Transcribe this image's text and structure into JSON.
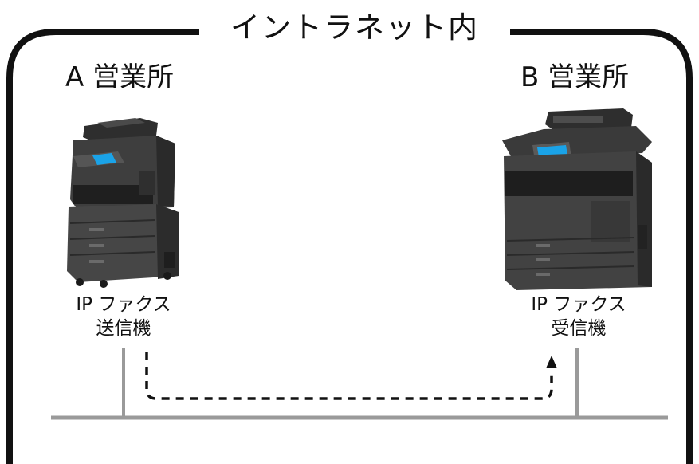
{
  "diagram": {
    "title": "イントラネット内",
    "office_a": {
      "name": "A 営業所",
      "device_line1": "IP ファクス",
      "device_line2": "送信機"
    },
    "office_b": {
      "name": "B 営業所",
      "device_line1": "IP ファクス",
      "device_line2": "受信機"
    }
  },
  "colors": {
    "frame": "#111111",
    "network_line": "#9a9a9a",
    "arrow": "#111111",
    "screen": "#1aa3e8",
    "printer_body": "#3e3e3e",
    "printer_dark": "#252525",
    "printer_light": "#5b5b5b"
  },
  "icons": {
    "sender": "multifunction-printer-icon",
    "receiver": "multifunction-printer-icon",
    "flow": "dashed-arrow-icon"
  }
}
